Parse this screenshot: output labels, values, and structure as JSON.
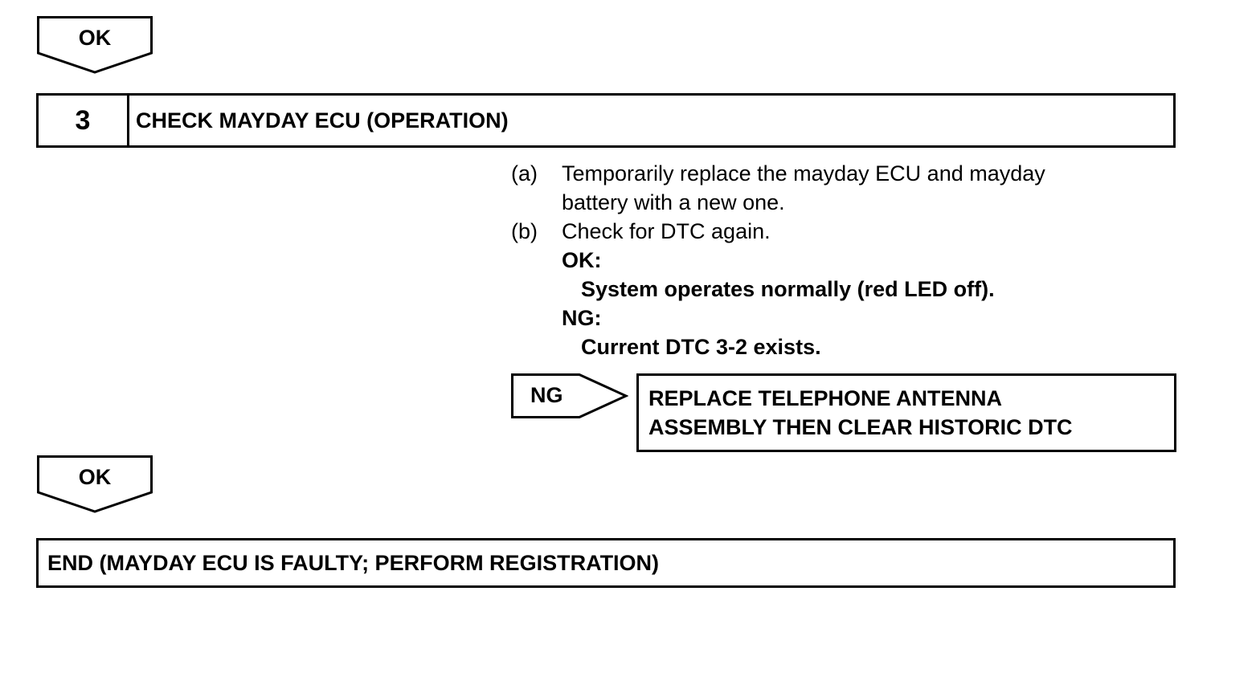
{
  "flow": {
    "ok_top_label": "OK",
    "ok_bottom_label": "OK",
    "ng_label": "NG"
  },
  "step": {
    "number": "3",
    "title": "CHECK MAYDAY ECU (OPERATION)"
  },
  "instructions": {
    "a_marker": "(a)",
    "a_line1": "Temporarily replace the mayday ECU and mayday",
    "a_line2": "battery with a new one.",
    "b_marker": "(b)",
    "b_line1": "Check for DTC again.",
    "ok_heading": "OK:",
    "ok_text": "System operates normally (red LED off).",
    "ng_heading": "NG:",
    "ng_text": "Current DTC 3-2 exists."
  },
  "ng_result": {
    "line1": "REPLACE TELEPHONE ANTENNA",
    "line2": "ASSEMBLY THEN CLEAR HISTORIC DTC"
  },
  "end": {
    "label": "END (MAYDAY ECU IS FAULTY; PERFORM REGISTRATION)"
  }
}
